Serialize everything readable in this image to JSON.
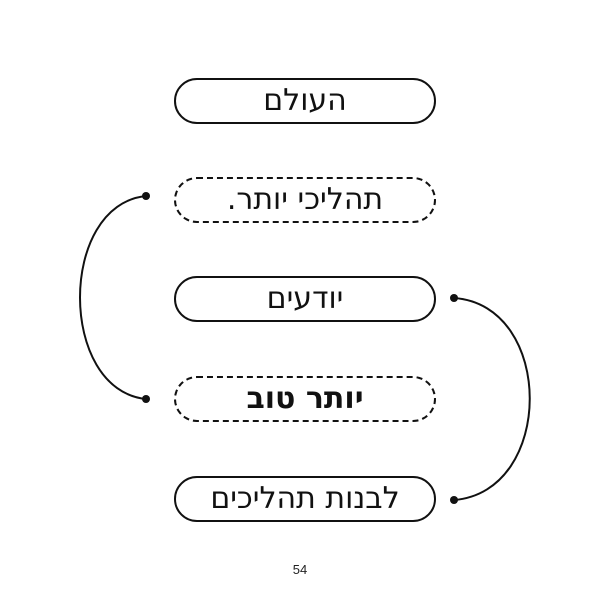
{
  "diagram": {
    "boxes": [
      {
        "text": "העולם",
        "style": "solid",
        "bold": false
      },
      {
        "text": "תהליכי יותר.",
        "style": "dashed",
        "bold": false
      },
      {
        "text": "יודעים",
        "style": "solid",
        "bold": false
      },
      {
        "text": "יותר טוב",
        "style": "dashed",
        "bold": true
      },
      {
        "text": "לבנות תהליכים",
        "style": "solid",
        "bold": false
      }
    ],
    "connectors": [
      {
        "from": 1,
        "to": 3,
        "side": "left"
      },
      {
        "from": 2,
        "to": 4,
        "side": "right"
      }
    ],
    "colors": {
      "stroke": "#111111",
      "background": "#ffffff"
    }
  },
  "page_number": "54"
}
